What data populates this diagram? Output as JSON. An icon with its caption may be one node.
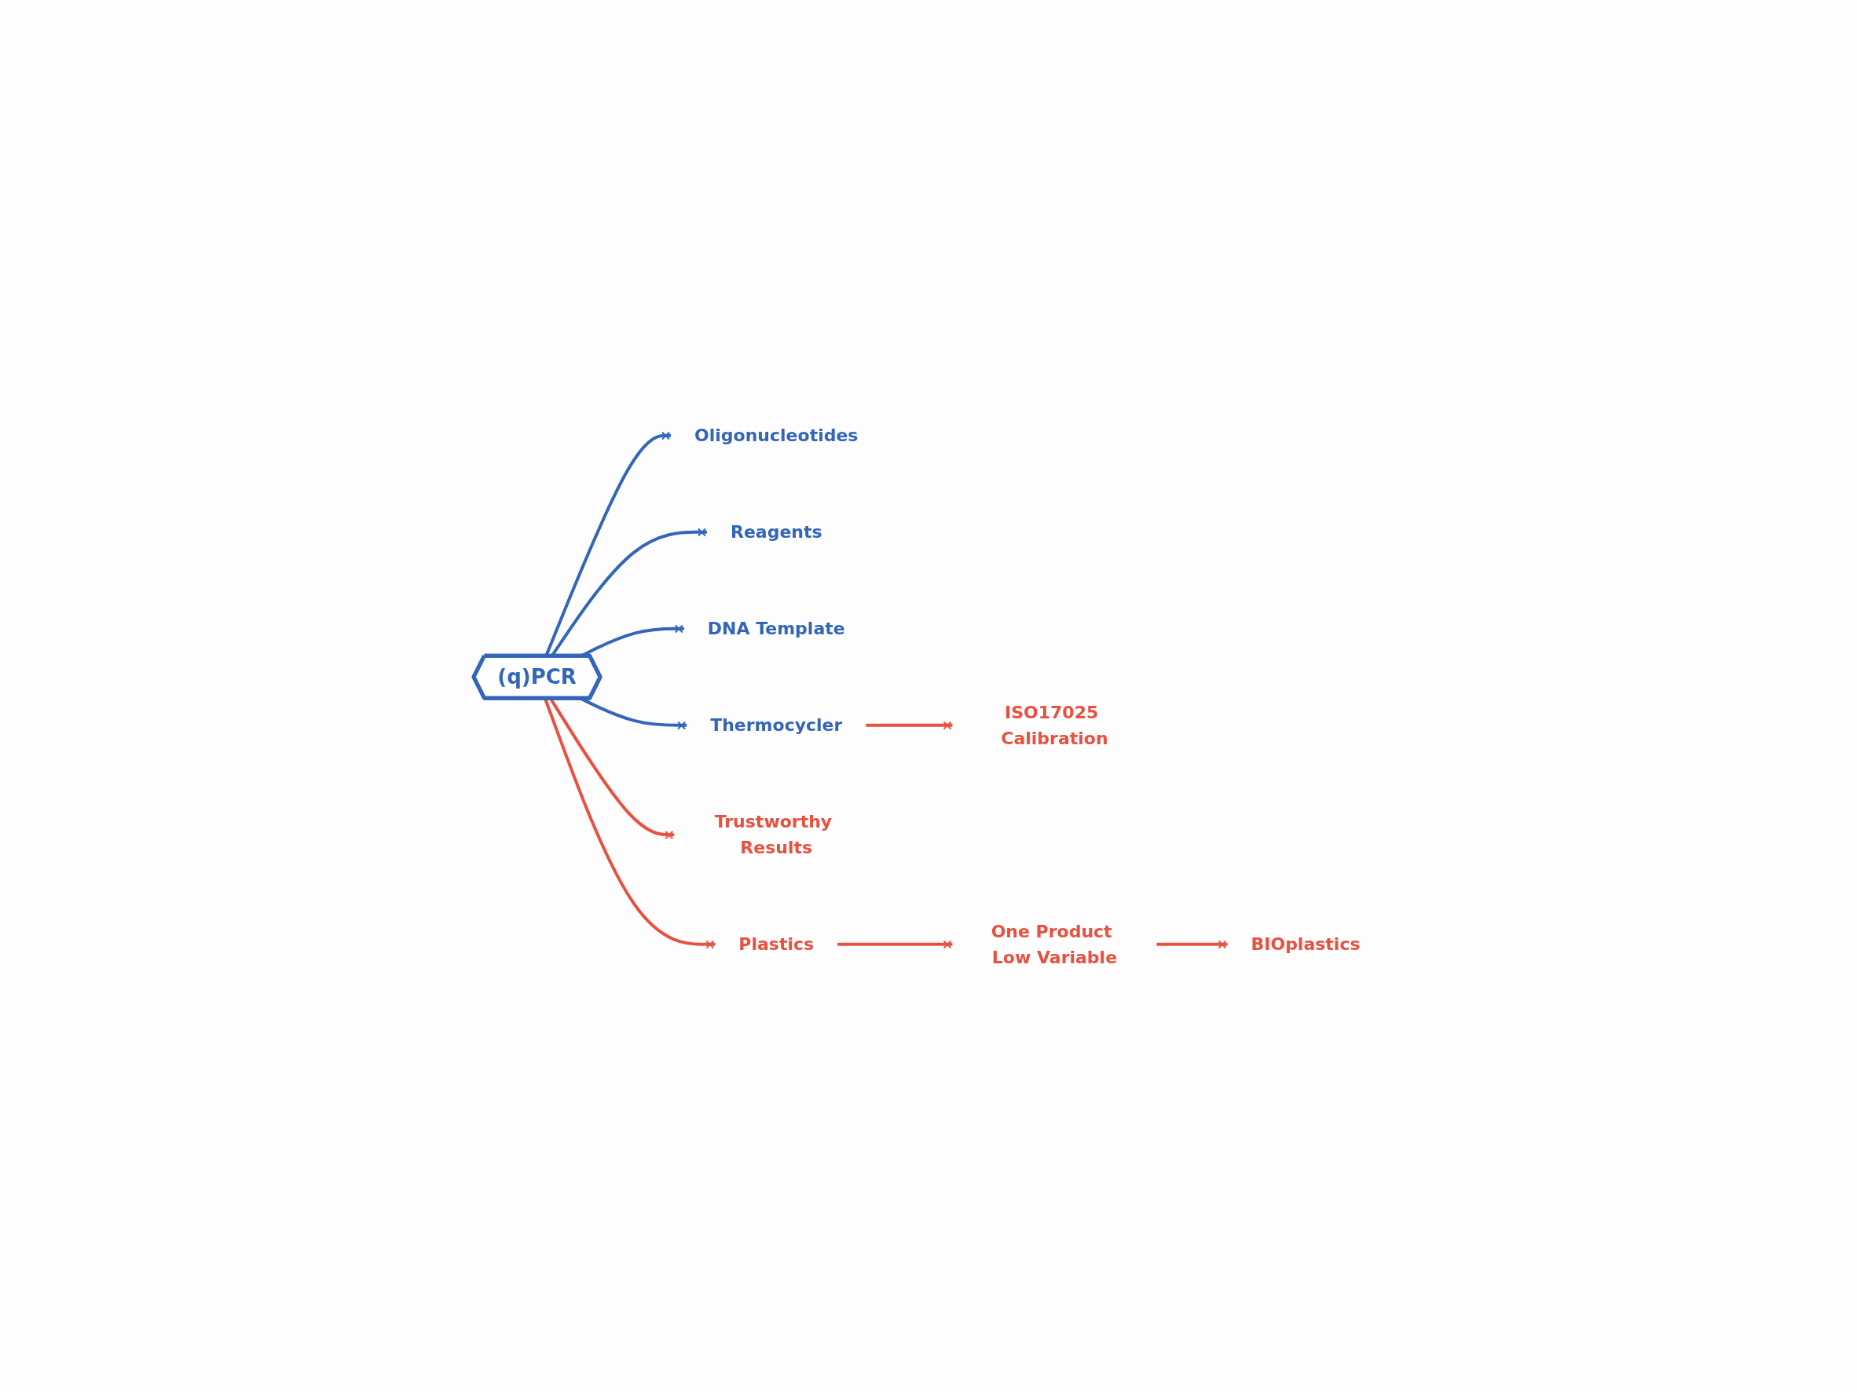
{
  "diagram": {
    "nodes": [
      {
        "text": [
          "(q)PCR"
        ]
      },
      {
        "text": [
          "Oligonucleotides"
        ]
      },
      {
        "text": [
          "Reagents"
        ]
      },
      {
        "text": [
          "DNA Template"
        ]
      },
      {
        "text": [
          "Thermocycler"
        ]
      },
      {
        "text": [
          "ISO17025 Calibration"
        ]
      },
      {
        "text": [
          "Trustworthy Results"
        ]
      },
      {
        "text": [
          "Plastics"
        ]
      },
      {
        "text": [
          "One Product Low Variable"
        ]
      },
      {
        "text": [
          "BIOplastics"
        ]
      }
    ],
    "edges": [
      {
        "from": 0,
        "to": 1,
        "arrow": "other",
        "color": "#3366b8"
      },
      {
        "from": 0,
        "to": 2,
        "arrow": "other",
        "color": "#3366b8"
      },
      {
        "from": 0,
        "to": 3,
        "arrow": "other",
        "color": "#3366b8"
      },
      {
        "from": 0,
        "to": 4,
        "arrow": "other",
        "color": "#3366b8"
      },
      {
        "from": 4,
        "to": 5,
        "arrow": "other"
      },
      {
        "from": 0,
        "to": 6,
        "arrow": "other"
      },
      {
        "from": 0,
        "to": 7,
        "arrow": "other"
      },
      {
        "from": 7,
        "to": 8,
        "arrow": "other"
      },
      {
        "from": 8,
        "to": 9,
        "arrow": "other"
      }
    ]
  }
}
